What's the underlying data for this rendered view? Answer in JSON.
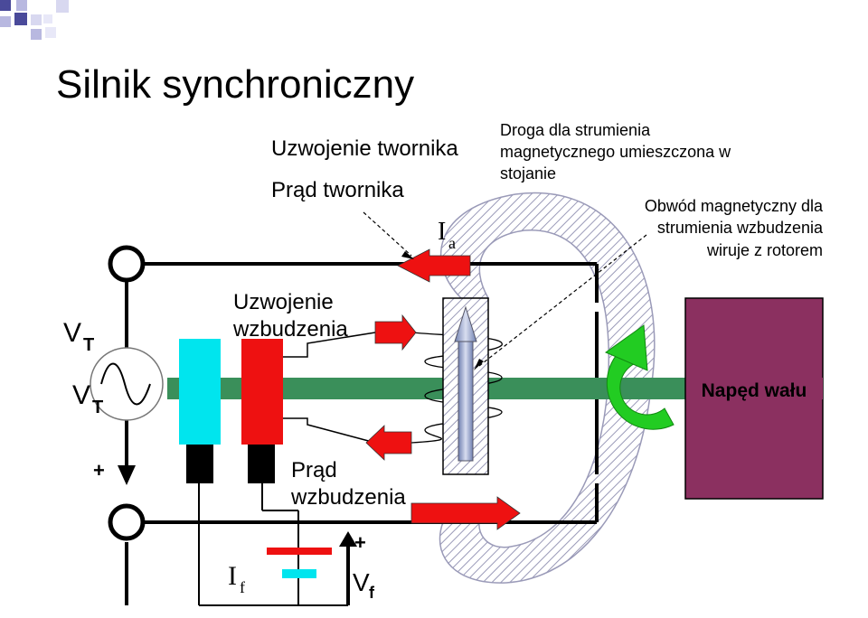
{
  "slide": {
    "title": "Silnik synchroniczny"
  },
  "labels": {
    "armature_winding": "Uzwojenie twornika",
    "armature_current": "Prąd twornika",
    "flux_path_line1": "Droga dla strumienia",
    "flux_path_line2": "magnetycznego umieszczona w",
    "flux_path_line3": "stojanie",
    "mag_circuit_line1": "Obwód magnetyczny dla",
    "mag_circuit_line2": "strumienia wzbudzenia",
    "mag_circuit_line3": "wiruje z rotorem",
    "ia_symbol": "I",
    "ia_sub": "a",
    "field_winding_line1": "Uzwojenie",
    "field_winding_line2": "wzbudzenia",
    "field_current_line1": "Prąd",
    "field_current_line2": "wzbudzenia",
    "vt_top": "V",
    "vt_top_sub": "T",
    "vt_mid": "V",
    "vt_mid_sub": "T",
    "plus_left": "+",
    "if_symbol": "I",
    "if_sub": "f",
    "plus_vf": "+",
    "vf_symbol": "V",
    "vf_sub": "f",
    "shaft_drive": "Napęd wału"
  },
  "colors": {
    "slide_accent": "#4a4a9a",
    "slide_accent_light": "#b8b8e0",
    "field_winding": "#ee1111",
    "slip_ring": "#00e5ee",
    "shaft": "#3a8f5a",
    "rotation_arrow": "#22cc22",
    "load_box": "#8b3060",
    "arrow_red": "#ee1111",
    "core_hatch": "#9a9ab8"
  }
}
